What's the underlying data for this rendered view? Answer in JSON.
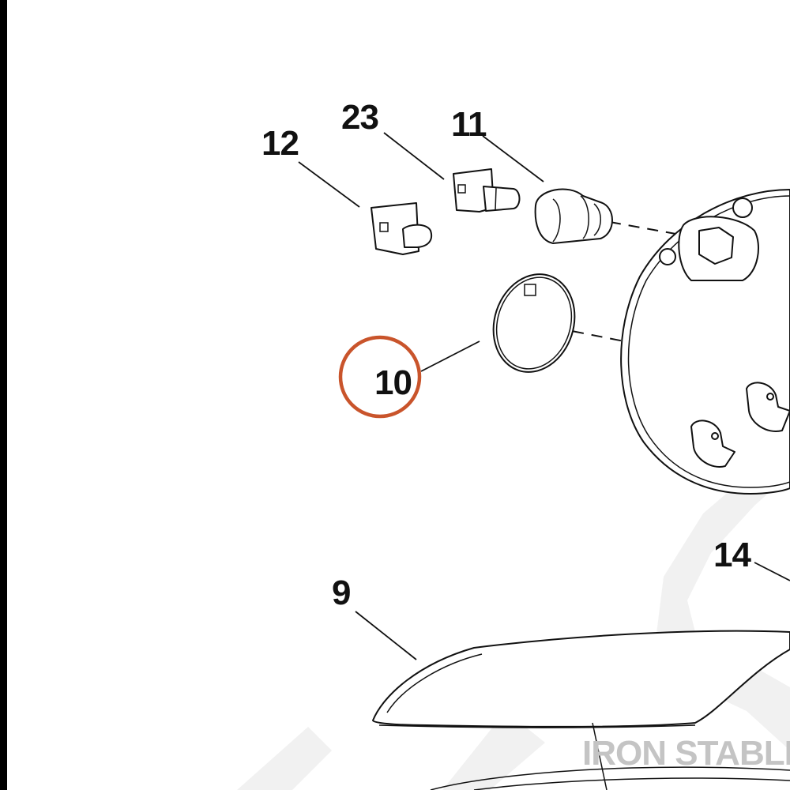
{
  "callouts": {
    "c12": "12",
    "c23": "23",
    "c11": "11",
    "c10": "10",
    "c14": "14",
    "c9": "9"
  },
  "highlight_color": "#c9542b",
  "watermark": {
    "text": "IRON STABLE"
  }
}
